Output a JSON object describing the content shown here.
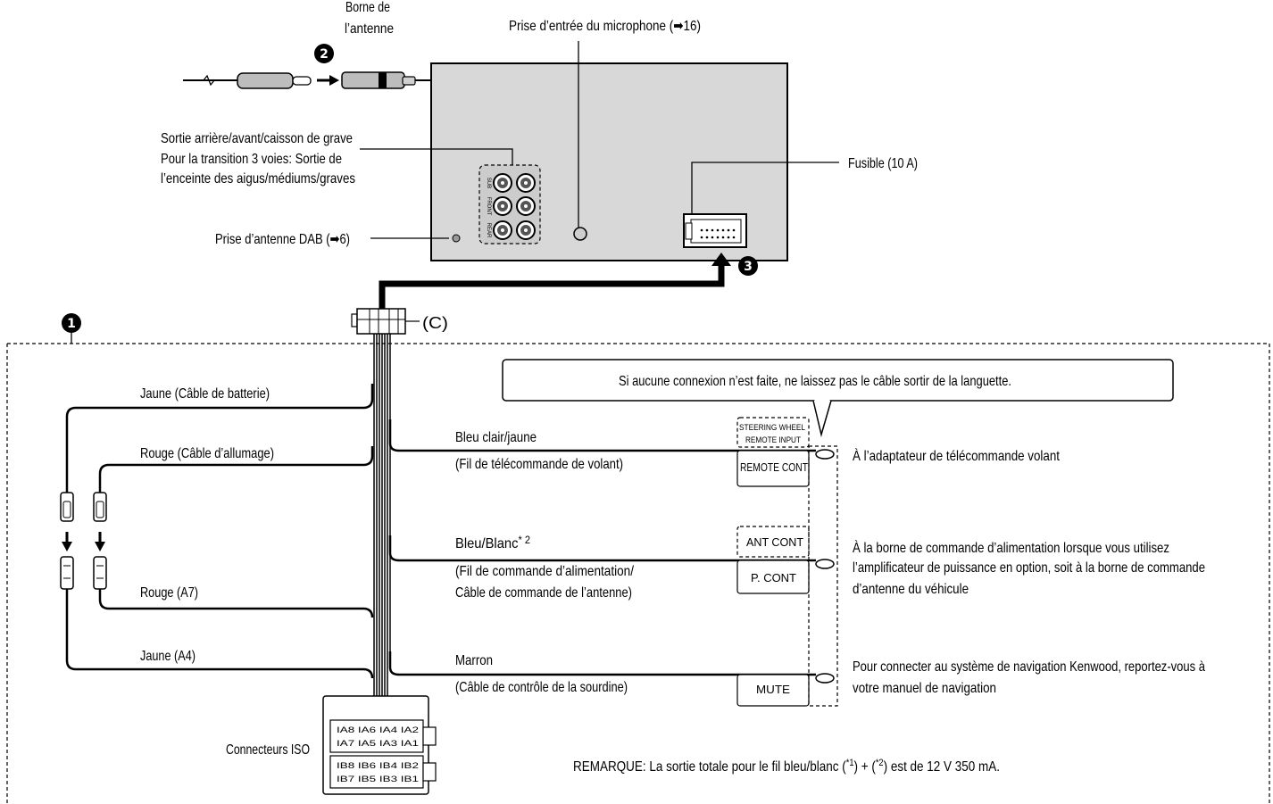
{
  "step_markers": [
    "1",
    "2",
    "3"
  ],
  "antenna_terminal": {
    "line1": "Borne de",
    "line2": "l’antenne"
  },
  "microphone_jack": {
    "label": "Prise d’entrée du microphone (➡16)"
  },
  "preout": {
    "label_lines": [
      "Sortie arrière/avant/caisson de grave",
      "Pour la transition 3 voies: Sortie de",
      "l’enceinte des aigus/médiums/graves"
    ],
    "jack_labels": [
      "SUB",
      "FRONT",
      "REAR"
    ]
  },
  "dab_jack": {
    "label": "Prise d’antenne DAB (➡6)"
  },
  "fuse": {
    "label": "Fusible (10 A)"
  },
  "connector_c": {
    "label": "(C)"
  },
  "left_wires": {
    "battery": "Jaune (Câble de batterie)",
    "ignition": "Rouge (Câble d’allumage)",
    "red_a7": "Rouge (A7)",
    "yellow_a4": "Jaune (A4)"
  },
  "iso_connector": {
    "label": "Connecteurs ISO",
    "pins": [
      "IA8 IA6 IA4 IA2",
      "IA7 IA5 IA3 IA1",
      "IB8 IB6 IB4 IB2",
      "IB7 IB5 IB3 IB1"
    ]
  },
  "callout": "Si aucune connexion n’est faite, ne laissez pas le câble sortir de la languette.",
  "right_wires": [
    {
      "color": "Bleu clair/jaune",
      "desc": [
        "(Fil de télécommande de volant)"
      ],
      "terminal_upper": [
        "STEERING WHEEL",
        "REMOTE INPUT"
      ],
      "terminal": "REMOTE CONT",
      "destination": [
        "À l’adaptateur de télécommande volant"
      ]
    },
    {
      "color": "Bleu/Blanc",
      "color_ref": "* 2",
      "desc": [
        "(Fil de commande d’alimentation/",
        "Câble de commande de l’antenne)"
      ],
      "terminal_upper": [
        "ANT CONT"
      ],
      "terminal": "P. CONT",
      "destination": [
        "À la borne de commande d’alimentation lorsque vous utilisez",
        "l’amplificateur de puissance en option, soit à la borne de commande",
        "d’antenne du véhicule"
      ]
    },
    {
      "color": "Marron",
      "desc": [
        "(Câble de contrôle de la sourdine)"
      ],
      "terminal": "MUTE",
      "destination": [
        "Pour connecter au système de navigation Kenwood, reportez-vous à",
        "votre manuel de navigation"
      ]
    }
  ],
  "note": {
    "prefix": "REMARQUE: La sortie totale pour le fil bleu/blanc (",
    "ref1": "*1",
    "mid": ") + (",
    "ref2": "*2",
    "suffix": ") est de 12 V 350 mA."
  },
  "colors": {
    "unit_fill": "#d8d8d8",
    "line": "#000000"
  }
}
